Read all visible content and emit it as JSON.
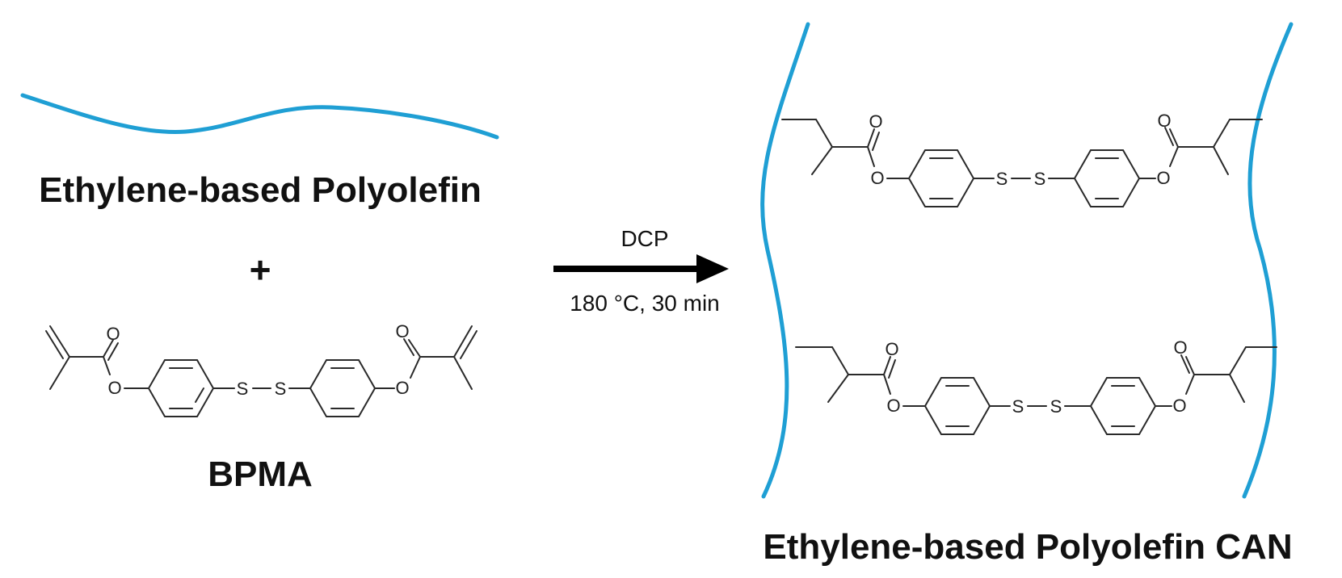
{
  "reactant1": {
    "label": "Ethylene-based Polyolefin"
  },
  "plus": "+",
  "reactant2": {
    "label": "BPMA"
  },
  "reaction": {
    "reagent": "DCP",
    "conditions": "180 °C, 30 min"
  },
  "product": {
    "label": "Ethylene-based Polyolefin CAN"
  },
  "atoms": {
    "oxygen": "O",
    "sulfur": "S"
  },
  "colors": {
    "polymer_chain": "#1f9fd4",
    "bond": "#2a2a2a",
    "text": "#111111"
  }
}
